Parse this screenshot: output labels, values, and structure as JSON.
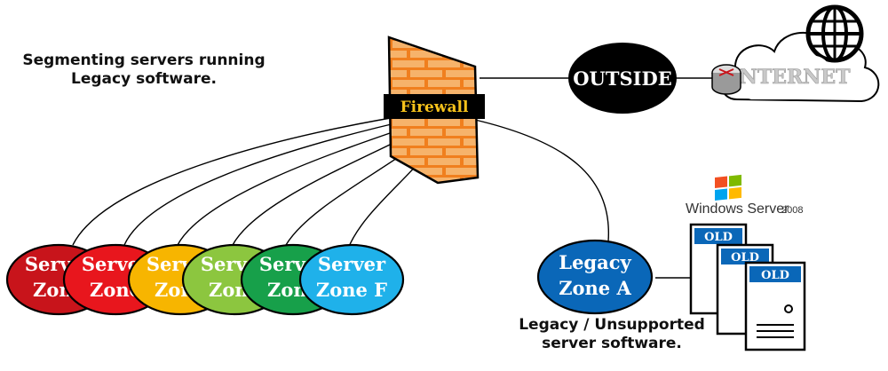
{
  "title": {
    "line1": "Segmenting servers running",
    "line2": "Legacy software."
  },
  "firewall": {
    "label": "Firewall",
    "colors": {
      "brick": "#f07f1e",
      "mortar": "#f6b36b",
      "label_bg": "#000000",
      "label_text": "#f6c21b"
    }
  },
  "outside": {
    "label": "OUTSIDE",
    "color": "#000000"
  },
  "internet": {
    "label": "INTERNET",
    "icons": [
      "router-icon",
      "globe-icon",
      "cloud-icon"
    ]
  },
  "zones": [
    {
      "line1": "Server",
      "line2": "Zone",
      "color": "#c8141b"
    },
    {
      "line1": "Server",
      "line2": "Zone",
      "color": "#e8161d"
    },
    {
      "line1": "Server",
      "line2": "Zone",
      "color": "#f7b500"
    },
    {
      "line1": "Server",
      "line2": "Zone",
      "color": "#8cc63f"
    },
    {
      "line1": "Server",
      "line2": "Zone",
      "color": "#17a04a"
    },
    {
      "line1": "Server",
      "line2": "Zone F",
      "color": "#1fb1ea"
    }
  ],
  "legacy_zone": {
    "line1": "Legacy",
    "line2": "Zone A",
    "color": "#0a67b8"
  },
  "windows": {
    "brand": "Windows Server",
    "version": "2008",
    "icon": "windows-logo-icon"
  },
  "servers": [
    {
      "label": "OLD"
    },
    {
      "label": "OLD"
    },
    {
      "label": "OLD"
    }
  ],
  "legacy_caption": {
    "line1": "Legacy / Unsupported",
    "line2": "server software."
  }
}
